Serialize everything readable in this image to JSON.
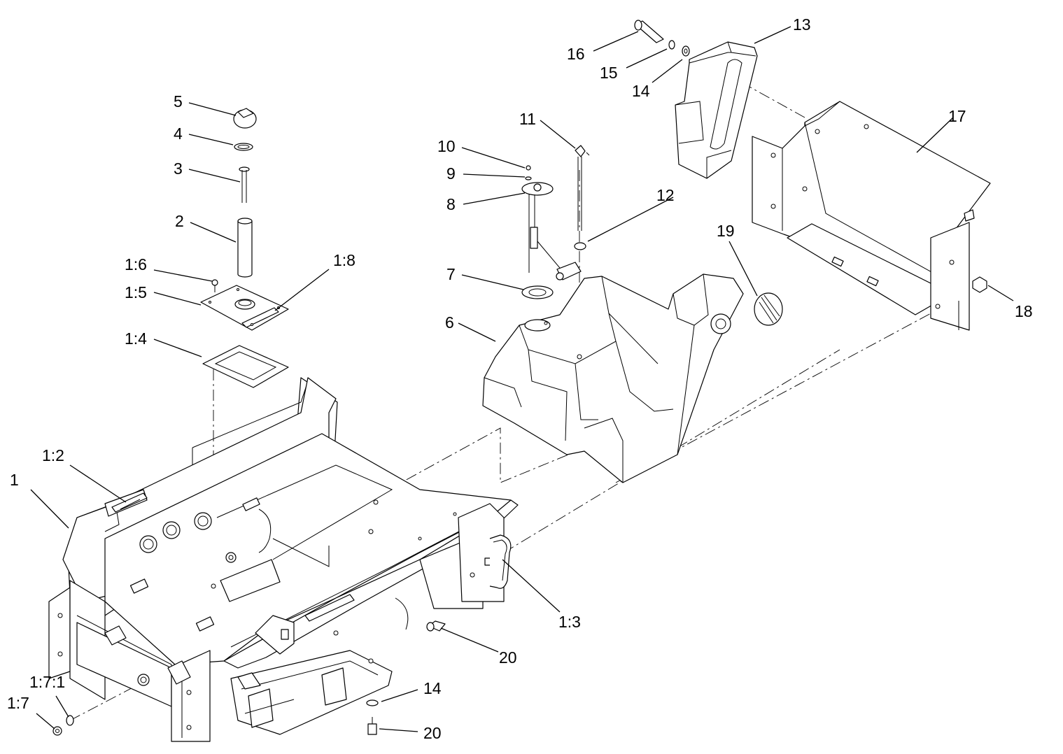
{
  "callouts": [
    {
      "id": "c1",
      "label": "1"
    },
    {
      "id": "c1_2",
      "label": "1:2"
    },
    {
      "id": "c1_3",
      "label": "1:3"
    },
    {
      "id": "c1_4",
      "label": "1:4"
    },
    {
      "id": "c1_5",
      "label": "1:5"
    },
    {
      "id": "c1_6",
      "label": "1:6"
    },
    {
      "id": "c1_7",
      "label": "1:7"
    },
    {
      "id": "c1_7_1",
      "label": "1:7:1"
    },
    {
      "id": "c1_8",
      "label": "1:8"
    },
    {
      "id": "c2",
      "label": "2"
    },
    {
      "id": "c3",
      "label": "3"
    },
    {
      "id": "c4",
      "label": "4"
    },
    {
      "id": "c5",
      "label": "5"
    },
    {
      "id": "c6",
      "label": "6"
    },
    {
      "id": "c7",
      "label": "7"
    },
    {
      "id": "c8",
      "label": "8"
    },
    {
      "id": "c9",
      "label": "9"
    },
    {
      "id": "c10",
      "label": "10"
    },
    {
      "id": "c11",
      "label": "11"
    },
    {
      "id": "c12",
      "label": "12"
    },
    {
      "id": "c13",
      "label": "13"
    },
    {
      "id": "c14a",
      "label": "14"
    },
    {
      "id": "c14b",
      "label": "14"
    },
    {
      "id": "c15",
      "label": "15"
    },
    {
      "id": "c16",
      "label": "16"
    },
    {
      "id": "c17",
      "label": "17"
    },
    {
      "id": "c18",
      "label": "18"
    },
    {
      "id": "c19",
      "label": "19"
    },
    {
      "id": "c20a",
      "label": "20"
    },
    {
      "id": "c20b",
      "label": "20"
    }
  ]
}
